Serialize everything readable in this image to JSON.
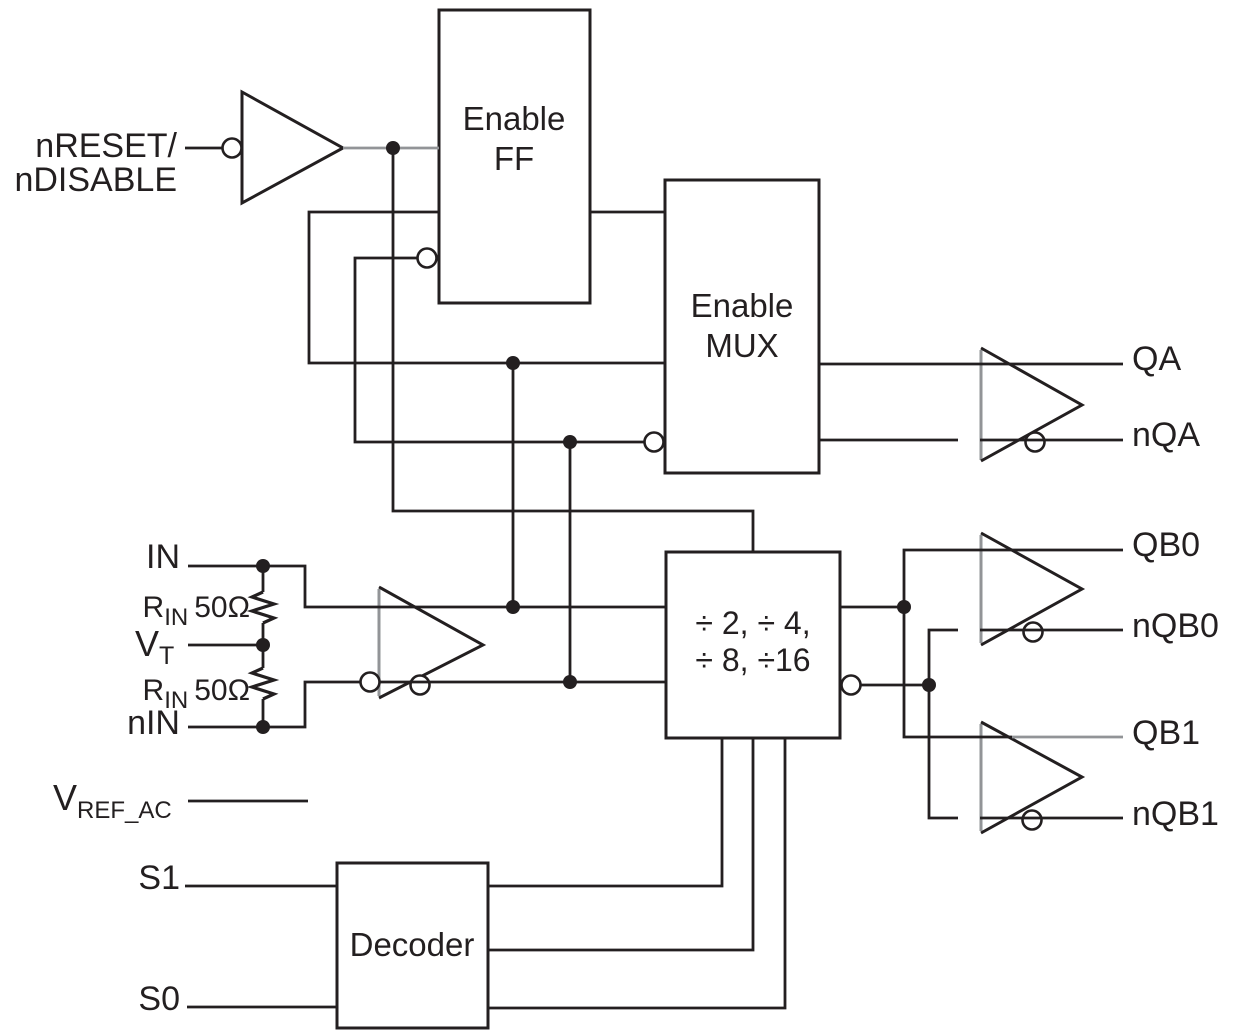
{
  "colors": {
    "line": "#231f20",
    "gray": "#929497",
    "text": "#231f20",
    "background": "#ffffff"
  },
  "blocks": {
    "enable_ff": {
      "line1": "Enable",
      "line2": "FF"
    },
    "enable_mux": {
      "line1": "Enable",
      "line2": "MUX"
    },
    "divider": {
      "line1": "÷ 2, ÷ 4,",
      "line2": "÷ 8, ÷16"
    },
    "decoder": {
      "line1": "Decoder"
    }
  },
  "signals": {
    "nreset_line1": "nRESET/",
    "nreset_line2": "nDISABLE",
    "in": "IN",
    "nin": "nIN",
    "rin_symbol": "R",
    "rin_sub": "IN",
    "rin_value": "50Ω",
    "vt_symbol": "V",
    "vt_sub": "T",
    "vref_symbol": "V",
    "vref_sub": "REF_AC",
    "s1": "S1",
    "s0": "S0",
    "qa": "QA",
    "nqa": "nQA",
    "qb0": "QB0",
    "nqb0": "nQB0",
    "qb1": "QB1",
    "nqb1": "nQB1"
  }
}
